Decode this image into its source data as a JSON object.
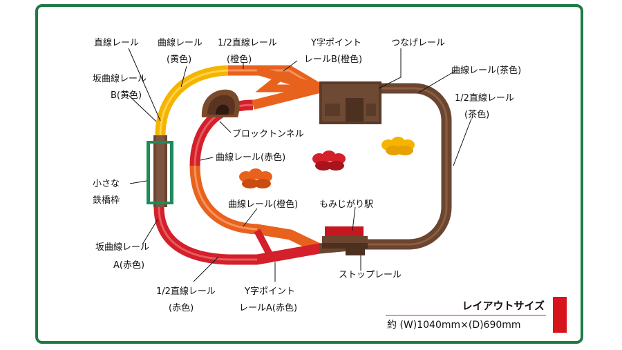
{
  "labels": {
    "straight_rail": "直線レール",
    "curve_yellow_1": "曲線レール",
    "curve_yellow_2": "(黄色)",
    "half_straight_orange_1": "1/2直線レール",
    "half_straight_orange_2": "(橙色)",
    "y_point_b_1": "Y字ポイント",
    "y_point_b_2": "レールB(橙色)",
    "connect_rail": "つなげレール",
    "curve_brown": "曲線レール(茶色)",
    "half_straight_brown_1": "1/2直線レール",
    "half_straight_brown_2": "(茶色)",
    "slope_b_1": "坂曲線レール",
    "slope_b_2": "B(黄色)",
    "block_tunnel": "ブロックトンネル",
    "curve_red": "曲線レール(赤色)",
    "small_bridge_1": "小さな",
    "small_bridge_2": "鉄橋枠",
    "curve_orange": "曲線レール(橙色)",
    "momiji_station": "もみじがり駅",
    "slope_a_1": "坂曲線レール",
    "slope_a_2": "A(赤色)",
    "stop_rail": "ストップレール",
    "half_straight_red_1": "1/2直線レール",
    "half_straight_red_2": "(赤色)",
    "y_point_a_1": "Y字ポイント",
    "y_point_a_2": "レールA(赤色)"
  },
  "layout_size": {
    "title": "レイアウトサイズ",
    "value": "約 (W)1040mm×(D)690mm"
  },
  "colors": {
    "frame": "#1f7a45",
    "yellow": "#f4b400",
    "orange": "#e8621e",
    "red": "#d3202a",
    "brown": "#6b4530",
    "accent": "#d8141b"
  }
}
